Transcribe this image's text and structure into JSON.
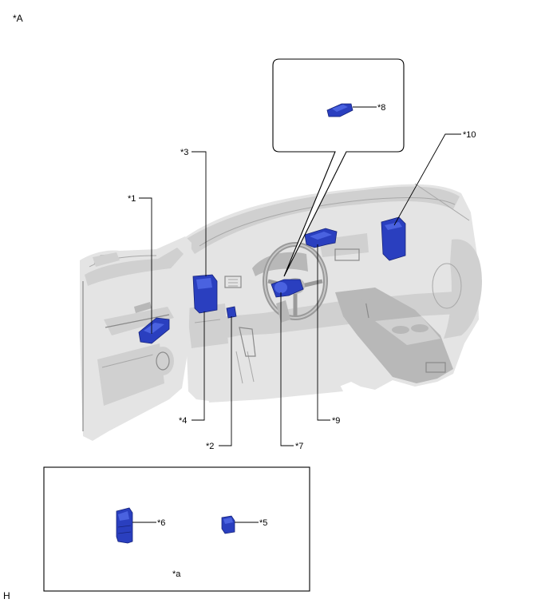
{
  "figure": {
    "view_label": "*A",
    "inset_label": "*a",
    "corner_code": "H"
  },
  "callouts": {
    "c1": "*1",
    "c2": "*2",
    "c3": "*3",
    "c4": "*4",
    "c5": "*5",
    "c6": "*6",
    "c7": "*7",
    "c8": "*8",
    "c9": "*9",
    "c10": "*10"
  },
  "colors": {
    "highlighted_part": "#2a3fbf",
    "interior": "#e4e4e4"
  }
}
